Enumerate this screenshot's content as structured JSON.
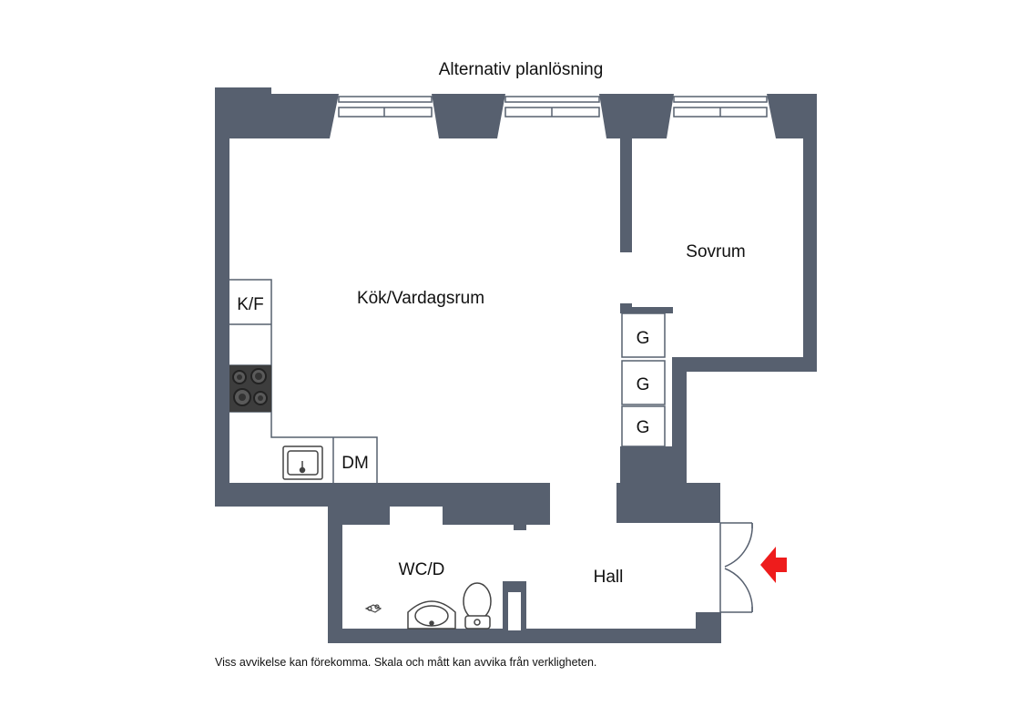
{
  "title": "Alternativ planlösning",
  "disclaimer": "Viss avvikelse kan förekomma. Skala och mått kan avvika från verkligheten.",
  "rooms": {
    "living": "Kök/Vardagsrum",
    "bedroom": "Sovrum",
    "bathroom": "WC/D",
    "hall": "Hall"
  },
  "fixtures": {
    "fridge_freezer": "K/F",
    "dishwasher": "DM",
    "wardrobe_1": "G",
    "wardrobe_2": "G",
    "wardrobe_3": "G"
  },
  "colors": {
    "wall": "#57606f",
    "entrance_arrow": "#ee1c1c"
  },
  "icons": {
    "entrance": "red-arrow-left-icon",
    "stove": "stove-icon",
    "sink": "sink-icon",
    "toilet": "toilet-icon",
    "washbasin": "washbasin-icon"
  }
}
